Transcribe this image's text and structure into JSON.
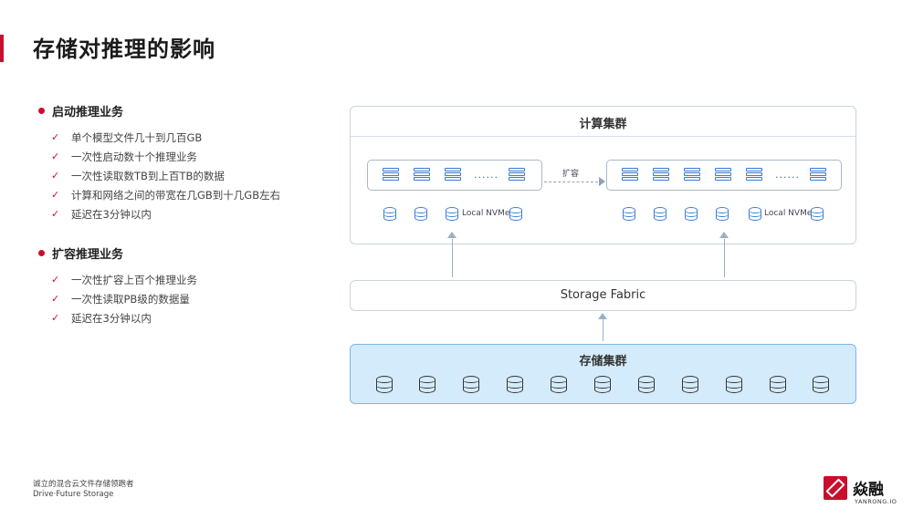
{
  "title": "存储对推理的影响",
  "sections": [
    {
      "heading": "启动推理业务",
      "items": [
        "单个模型文件几十到几百GB",
        "一次性启动数十个推理业务",
        "一次性读取数TB到上百TB的数据",
        "计算和网络之间的带宽在几GB到十几GB左右",
        "延迟在3分钟以内"
      ]
    },
    {
      "heading": "扩容推理业务",
      "items": [
        "一次性扩容上百个推理业务",
        "一次性读取PB级的数据量",
        "延迟在3分钟以内"
      ]
    }
  ],
  "diagram": {
    "compute_title": "计算集群",
    "expand_label": "扩容",
    "nvme_label": "Local NVMe",
    "ellipsis": "......",
    "fabric_label": "Storage Fabric",
    "storage_title": "存储集群"
  },
  "footer": {
    "line1": "诚立的混合云文件存储领跑者",
    "line2": "Drive·Future Storage"
  },
  "logo": {
    "name": "焱融",
    "sub": "YANRONG.IO"
  },
  "colors": {
    "accent": "#c8102e",
    "icon_blue": "#3a7bd5",
    "storage_fill": "#d4ebfb"
  }
}
